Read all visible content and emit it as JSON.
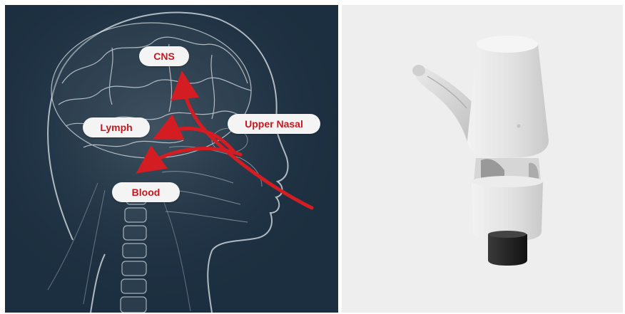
{
  "left_panel": {
    "labels": {
      "cns": "CNS",
      "lymph": "Lymph",
      "upper_nasal": "Upper Nasal",
      "blood": "Blood"
    },
    "colors": {
      "background": "#1c2f40",
      "arrow": "#d41d22",
      "label_text": "#c8181e",
      "label_bg": "#f4f4f4"
    }
  },
  "right_panel": {
    "image": "nasal-delivery-device",
    "colors": {
      "background": "#eeeeee",
      "device_body": "#e4e4e4",
      "device_cap": "#2b2b2b"
    }
  }
}
